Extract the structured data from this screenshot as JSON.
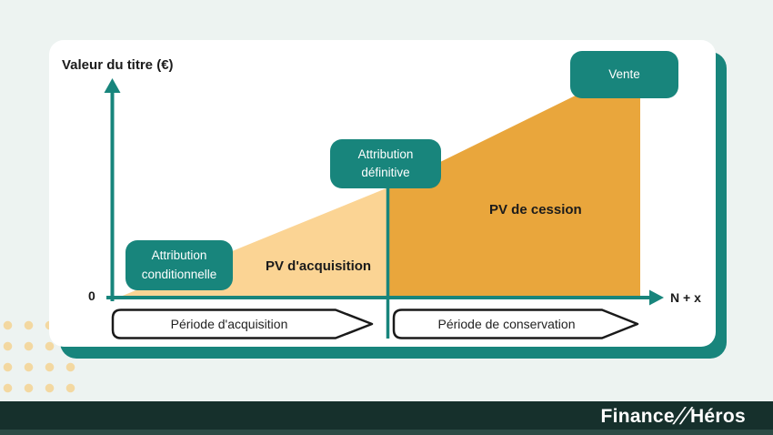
{
  "colors": {
    "teal": "#18857C",
    "light_orange": "#FBD494",
    "dark_orange": "#E9A63C",
    "background": "#EDF3F1",
    "card": "#FFFFFF",
    "footer_bar": "#16302C",
    "dots": "#F3D8A1",
    "arrow_outline": "#1A1A1A"
  },
  "chart_data": {
    "type": "area",
    "ylabel": "Valeur du titre (€)",
    "x_tick_labels": [
      "0",
      "N + x"
    ],
    "series": [
      {
        "name": "PV d'acquisition",
        "color": "#FBD494",
        "description": "triangle rising from the origin up to the 'Attribution définitive' milestone"
      },
      {
        "name": "PV de cession",
        "color": "#E9A63C",
        "description": "higher rising band from 'Attribution définitive' up to the 'Vente' milestone"
      }
    ],
    "milestones": [
      "Attribution conditionnelle",
      "Attribution définitive",
      "Vente"
    ],
    "periods": [
      "Période d'acquisition",
      "Période de conservation"
    ],
    "grid": false,
    "legend": "none"
  },
  "diagram": {
    "y_axis_label": "Valeur du titre (€)",
    "origin_label": "0",
    "x_end_label": "N + x",
    "badges": {
      "conditional": "Attribution conditionnelle",
      "definitive": "Attribution définitive",
      "sale": "Vente"
    },
    "regions": {
      "acquisition": "PV d'acquisition",
      "cession": "PV de cession"
    },
    "periods": {
      "acquisition": "Période d'acquisition",
      "conservation": "Période de conservation"
    }
  },
  "footer": {
    "brand_left": "Finance",
    "brand_slashes": "//",
    "brand_right": "Héros"
  }
}
